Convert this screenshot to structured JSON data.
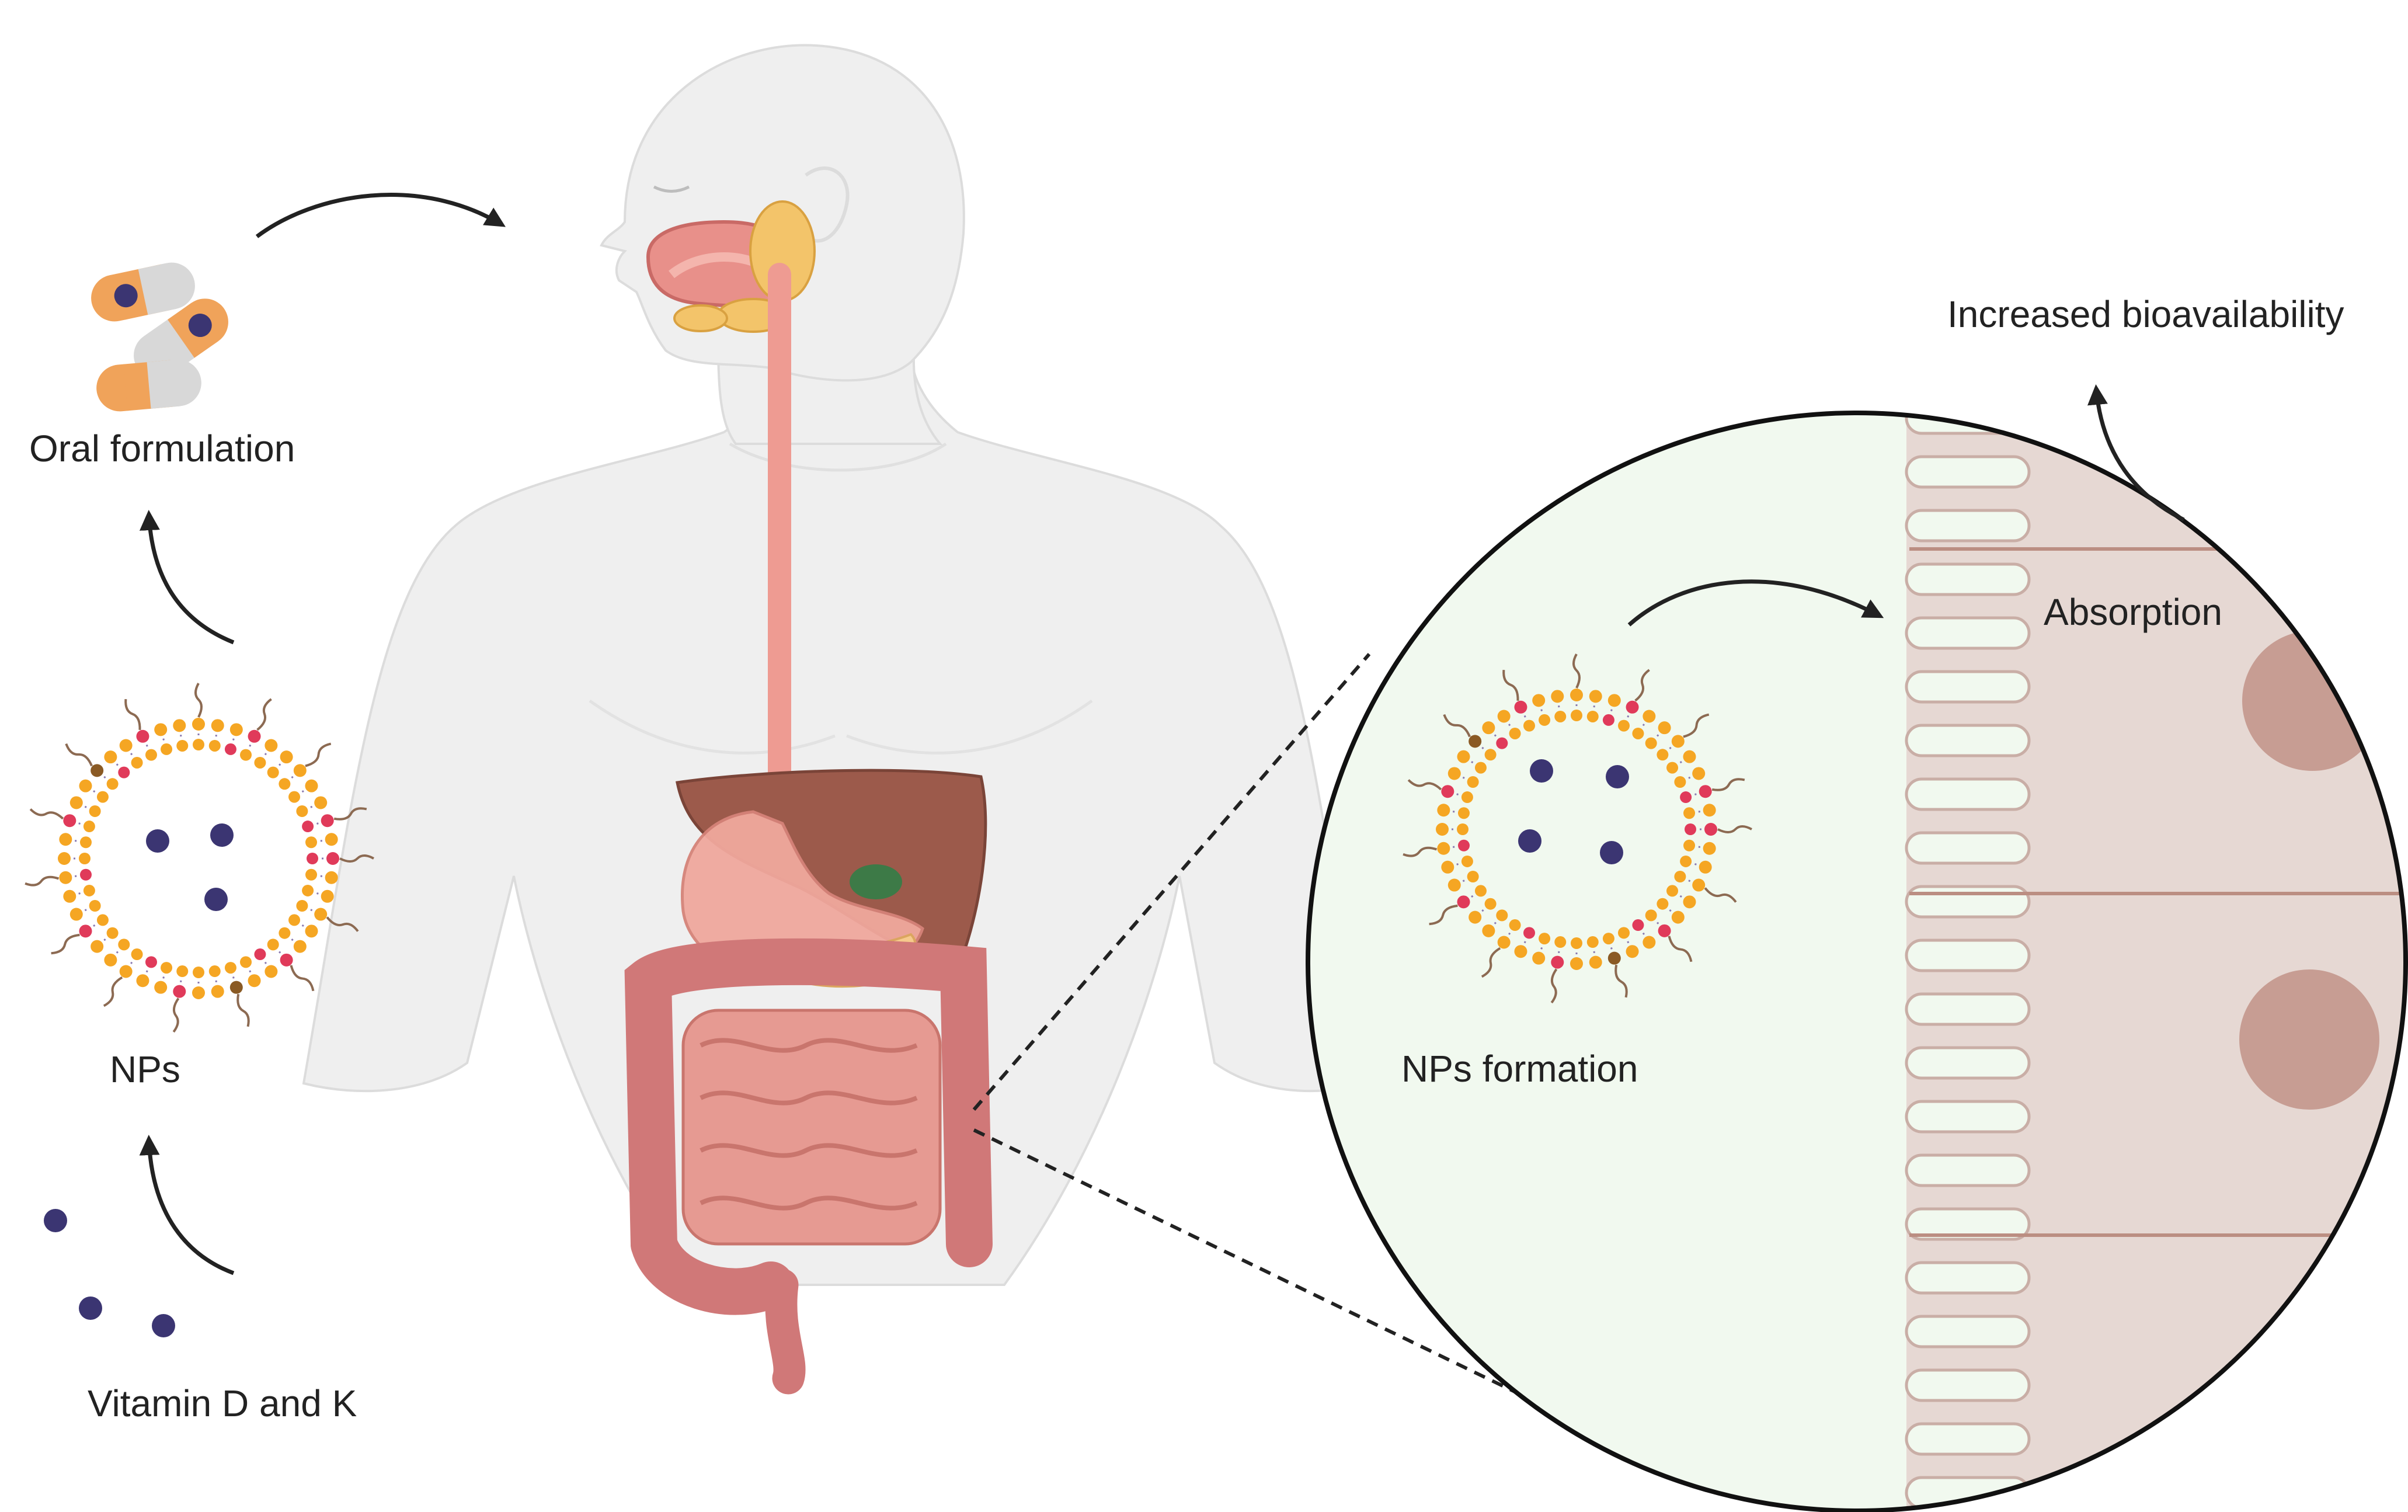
{
  "labels": {
    "oral_formulation": "Oral formulation",
    "nps": "NPs",
    "vitamins": "Vitamin D and K",
    "nps_formation": "NPs formation",
    "absorption": "Absorption",
    "increased_bioavailability": "Increased bioavailability"
  },
  "colors": {
    "body_fill": "#efefef",
    "body_outline": "#dcdcdc",
    "esophagus": "#ee9b92",
    "liver": "#9c5a4b",
    "stomach": "#f0a89d",
    "gallbladder": "#3d7a47",
    "colon": "#d07878",
    "small_intestine": "#e69a92",
    "vitamin_particle": "#3b3572",
    "capsule_orange": "#f0a35a",
    "capsule_grey": "#d8d8d8",
    "lipid_head_orange": "#f5a623",
    "lipid_head_red": "#e03a5a",
    "lipid_head_brown": "#8a5a24",
    "lipid_tail": "#8a7ab0",
    "peg_chain": "#8c6a52",
    "lumen_bg": "#f1f9ef",
    "tissue_bg": "#e6d8d3",
    "nucleus": "#c79d93",
    "arrow": "#222222"
  },
  "icons": [
    "capsule-icon",
    "nanoparticle-icon",
    "vitamin-particle-icon",
    "human-body-icon",
    "digestive-system-icon",
    "intestinal-villi-icon"
  ]
}
